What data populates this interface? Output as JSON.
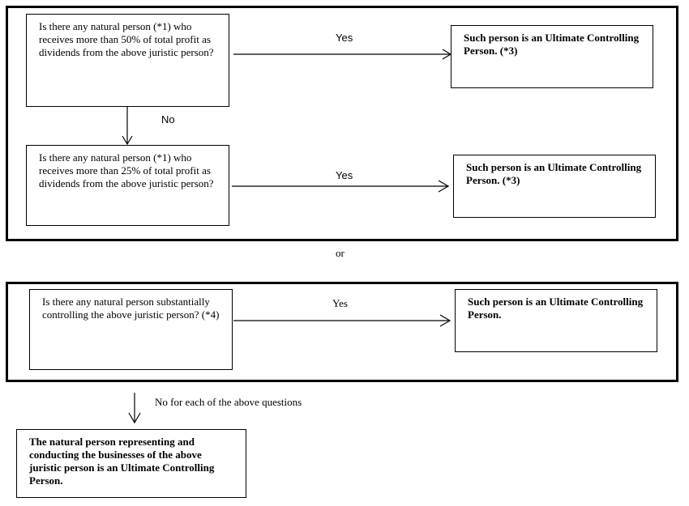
{
  "group1": {
    "q1": "Is there any natural person (*1) who receives more than 50% of total profit as dividends from the above juristic person?",
    "a1": "Such person is an Ultimate Controlling Person. (*3)",
    "yes1": "Yes",
    "no1": "No",
    "q2": "Is there any natural person (*1) who receives more than 25% of total profit as dividends from the above juristic person?",
    "a2": "Such person is an Ultimate Controlling Person. (*3)",
    "yes2": "Yes"
  },
  "or_label": "or",
  "group2": {
    "q3": "Is there any natural person substantially controlling the above juristic person? (*4)",
    "a3": "Such person is an Ultimate Controlling Person.",
    "yes3": "Yes"
  },
  "fallback": {
    "no_label": "No for each of the above questions",
    "result": "The natural person representing and conducting the businesses of the above juristic person is an Ultimate Controlling Person."
  }
}
